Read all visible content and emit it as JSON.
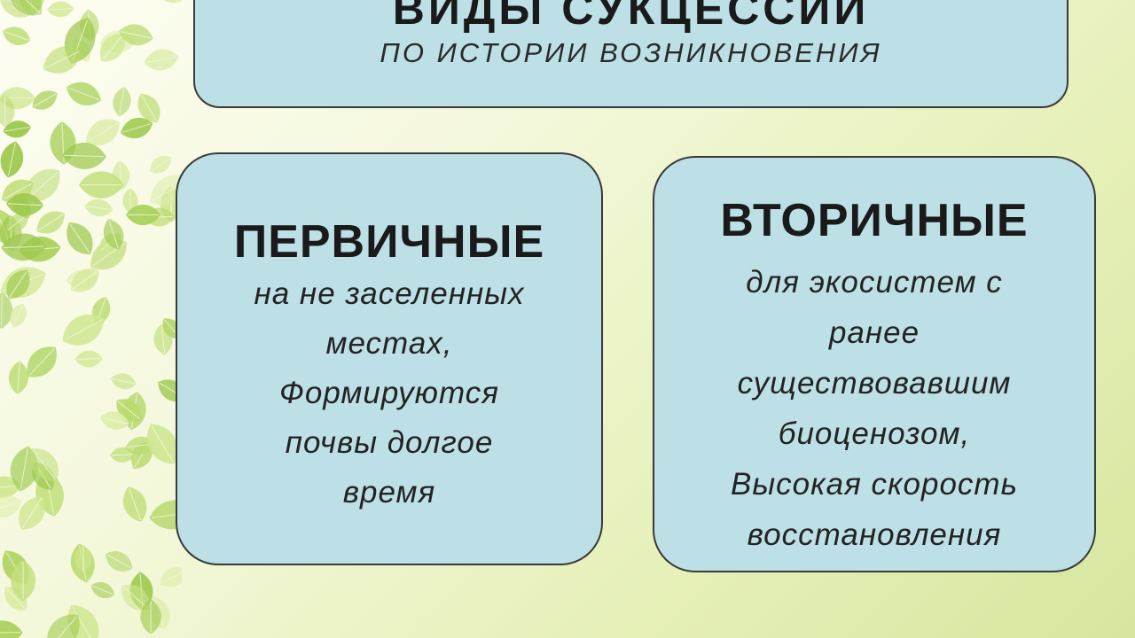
{
  "title": {
    "main": "ВИДЫ СУКЦЕССИЙ",
    "subtitle": "ПО ИСТОРИИ ВОЗНИКНОВЕНИЯ"
  },
  "cards": [
    {
      "heading": "ПЕРВИЧНЫЕ",
      "body": "на не заселенных\nместах,\nФормируются\nпочвы долгое\nвремя"
    },
    {
      "heading": "ВТОРИЧНЫЕ",
      "body": "для экосистем с\nранее\nсуществовавшим\nбиоценозом,\nВысокая скорость\nвосстановления"
    }
  ],
  "colors": {
    "card_fill": "#bde0e6",
    "card_border": "#3a3a3a",
    "leaf_green": "#a9d15a"
  }
}
